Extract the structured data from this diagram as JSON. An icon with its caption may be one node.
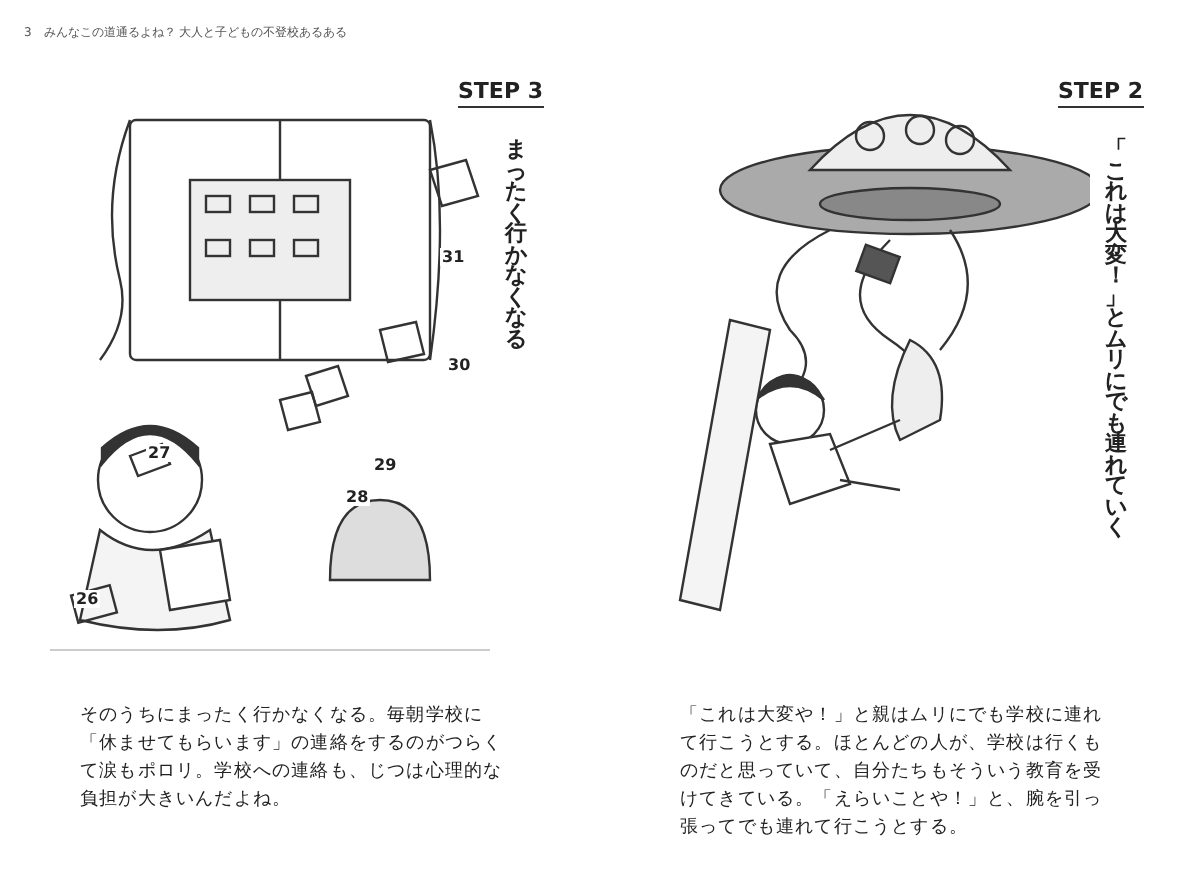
{
  "diagram": {
    "title": "3　みんなこの道通るよね？ 大人と子どもの不登校あるある",
    "labels": [
      "STEP 3",
      "まったく行かなくなる",
      "31",
      "30",
      "29",
      "28",
      "27",
      "26",
      "そのうちにまったく行かなくなる。毎朝学校に「休ませてもらいます」の連絡をするのがつらくて涙もポロリ。学校への連絡も、じつは心理的な負担が大きいんだよね。",
      "STEP 2",
      "「これは大変！」とムリにでも連れていく",
      "「これは大変や！」と親はムリにでも学校に連れて行こうとする。ほとんどの人が、学校は行くものだと思っていて、自分たちもそういう教育を受けてきている。「えらいことや！」と、腕を引っ張ってでも連れて行こうとする。"
    ]
  }
}
